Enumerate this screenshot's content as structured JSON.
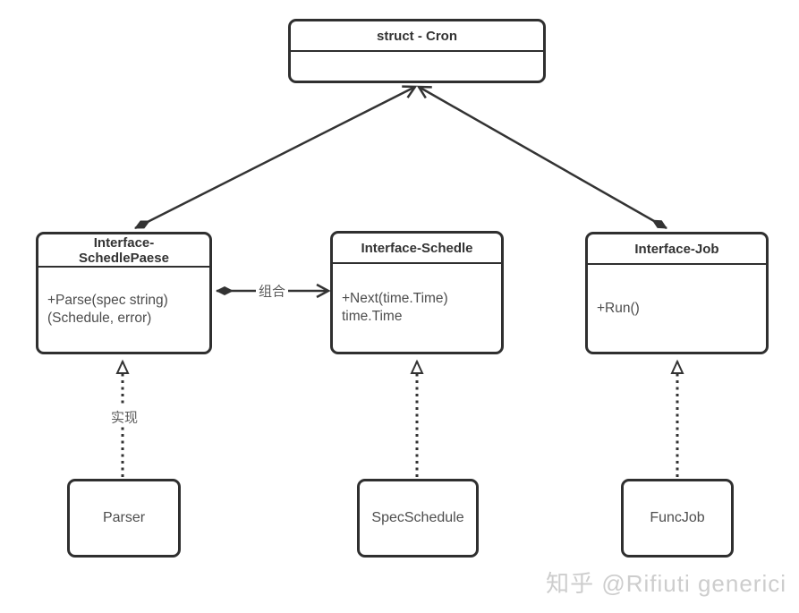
{
  "classes": {
    "cron": {
      "title": "struct - Cron"
    },
    "schedule_parser": {
      "title": "Interface-\nSchedlePaese",
      "methods": "+Parse(spec string)\n(Schedule, error)"
    },
    "schedule": {
      "title": "Interface-Schedle",
      "methods": "+Next(time.Time)\ntime.Time"
    },
    "job": {
      "title": "Interface-Job",
      "methods": "+Run()"
    },
    "parser": {
      "title": "Parser"
    },
    "spec_schedule": {
      "title": "SpecSchedule"
    },
    "func_job": {
      "title": "FuncJob"
    }
  },
  "edges": {
    "composition_label": "组合",
    "realization_label": "实现"
  },
  "watermark": "知乎 @Rifiuti generici",
  "colors": {
    "line": "#333333",
    "box_border": "#2f2f2f",
    "title_text": "#333333",
    "body_text": "#4d4d4d",
    "edge_label_text": "#5a5a5a",
    "watermark_text": "#cdcdcd",
    "background": "#ffffff"
  }
}
